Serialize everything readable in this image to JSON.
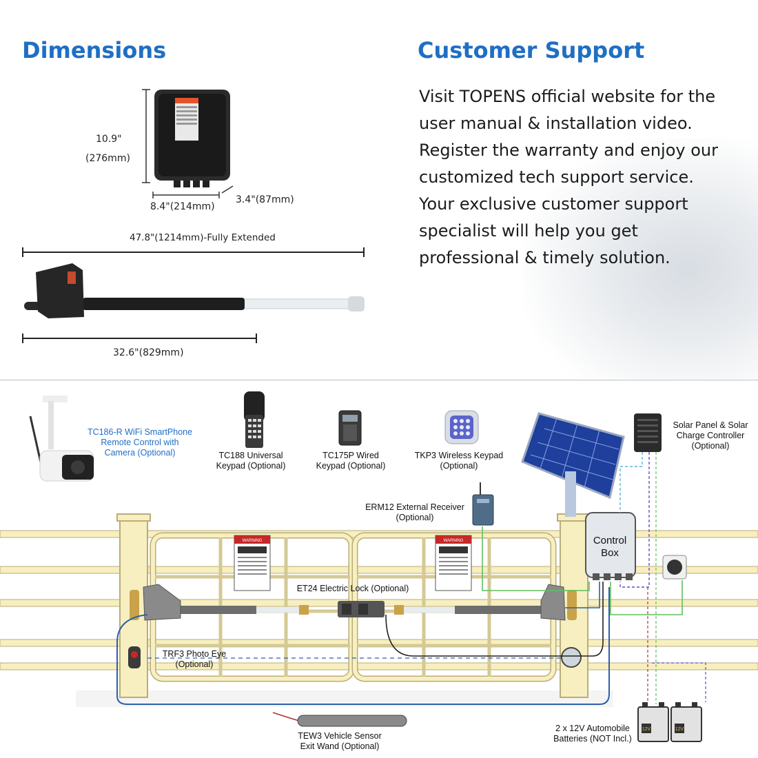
{
  "dimensions": {
    "title": "Dimensions",
    "box_height_in": "10.9\"",
    "box_height_mm": "(276mm)",
    "box_width": "8.4\"(214mm)",
    "box_depth": "3.4\"(87mm)",
    "arm_extended": "47.8\"(1214mm)-Fully Extended",
    "arm_retracted": "32.6\"(829mm)"
  },
  "support": {
    "title": "Customer Support",
    "lines": [
      "Visit TOPENS official website for the",
      "user manual & installation video.",
      "Register the warranty and enjoy our",
      "customized tech support service.",
      "Your exclusive customer support",
      "specialist will help you get",
      "professional & timely solution."
    ]
  },
  "diagram": {
    "camera": [
      "TC186-R WiFi SmartPhone",
      "Remote Control with",
      "Camera (Optional)"
    ],
    "tc188": [
      "TC188 Universal",
      "Keypad (Optional)"
    ],
    "tc175p": [
      "TC175P Wired",
      "Keypad (Optional)"
    ],
    "tkp3": [
      "TKP3 Wireless Keypad",
      "(Optional)"
    ],
    "solar": [
      "Solar Panel & Solar",
      "Charge Controller",
      "(Optional)"
    ],
    "erm12": [
      "ERM12 External Receiver",
      "(Optional)"
    ],
    "control_box": [
      "Control",
      "Box"
    ],
    "et24": "ET24 Electric Lock (Optional)",
    "trf3": [
      "TRF3  Photo Eye",
      "(Optional)"
    ],
    "tew3": [
      "TEW3 Vehicle Sensor",
      "Exit Wand (Optional)"
    ],
    "batteries": [
      "2 x 12V Automobile",
      "Batteries (NOT Incl.)"
    ],
    "battery_label": "12V",
    "warning_label": "WARNING"
  },
  "colors": {
    "accent": "#1f6fc4",
    "fence": "#f7efbf",
    "fence_edge": "#b8ad7a",
    "wire_blue": "#2c5fa6",
    "wire_green": "#5fbf5f",
    "wire_purple": "#5b4fd0",
    "wire_cyan": "#5ab3d9"
  }
}
